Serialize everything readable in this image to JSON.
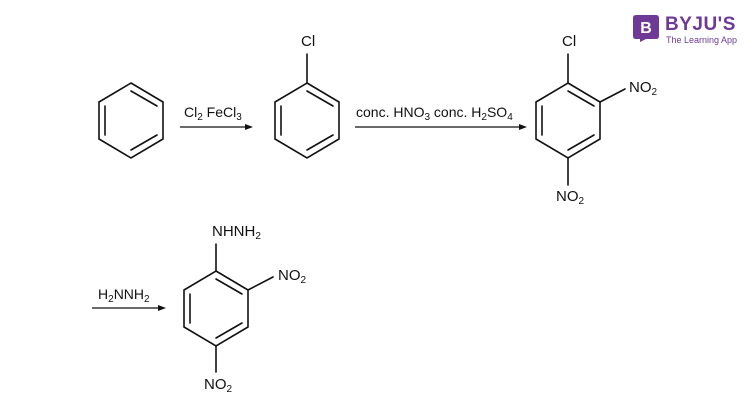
{
  "reagents": {
    "step1": [
      "Cl",
      "2",
      " FeCl",
      "3"
    ],
    "step2": [
      "conc. HNO",
      "3",
      " conc. H",
      "2",
      "SO",
      "4"
    ],
    "step3": [
      "H",
      "2",
      "NNH",
      "2"
    ]
  },
  "labels": {
    "chlorobenzene_cl": "Cl",
    "dinitro_cl": "Cl",
    "dinitro_no2_ortho": [
      "NO",
      "2"
    ],
    "dinitro_no2_para": [
      "NO",
      "2"
    ],
    "product_nhnh2": [
      "NHNH",
      "2"
    ],
    "product_no2_ortho": [
      "NO",
      "2"
    ],
    "product_no2_para": [
      "NO",
      "2"
    ]
  },
  "logo": {
    "badge_letter": "B",
    "brand": "BYJU'S",
    "tagline": "The Learning App",
    "color": "#6f3a96"
  }
}
